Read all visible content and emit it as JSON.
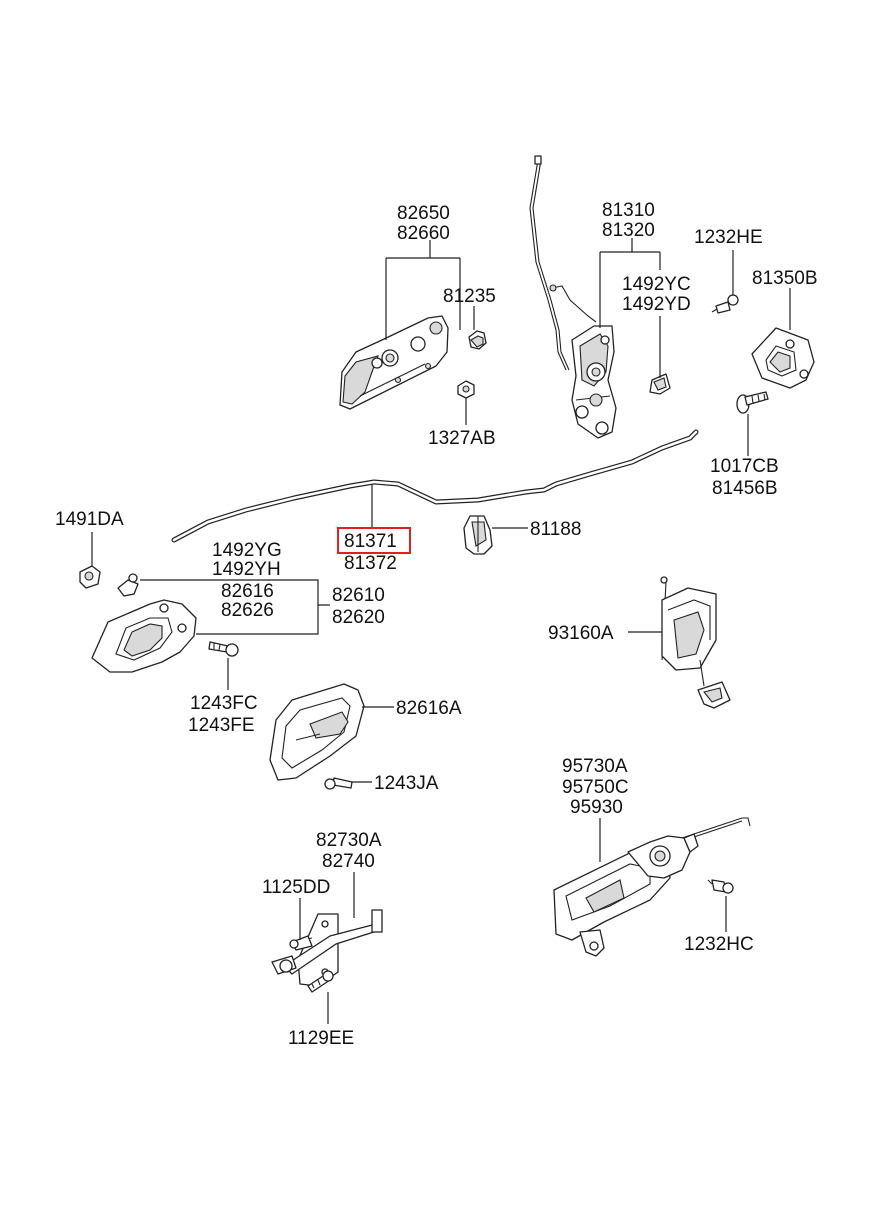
{
  "diagram": {
    "highlight_color": "#e02020",
    "highlighted_part": "81371",
    "labels": {
      "l82650": "82650",
      "l82660": "82660",
      "l81235": "81235",
      "l1327AB": "1327AB",
      "l81310": "81310",
      "l81320": "81320",
      "l1492YC": "1492YC",
      "l1492YD": "1492YD",
      "l1232HE": "1232HE",
      "l81350B": "81350B",
      "l1017CB": "1017CB",
      "l81456B": "81456B",
      "l1491DA": "1491DA",
      "l81371": "81371",
      "l81372": "81372",
      "l81188": "81188",
      "l1492YG": "1492YG",
      "l1492YH": "1492YH",
      "l82616": "82616",
      "l82626": "82626",
      "l82610": "82610",
      "l82620": "82620",
      "l93160A": "93160A",
      "l1243FC": "1243FC",
      "l1243FE": "1243FE",
      "l82616A": "82616A",
      "l1243JA": "1243JA",
      "l95730A": "95730A",
      "l95750C": "95750C",
      "l95930": "95930",
      "l82730A": "82730A",
      "l82740": "82740",
      "l1125DD": "1125DD",
      "l1129EE": "1129EE",
      "l1232HC": "1232HC"
    }
  }
}
